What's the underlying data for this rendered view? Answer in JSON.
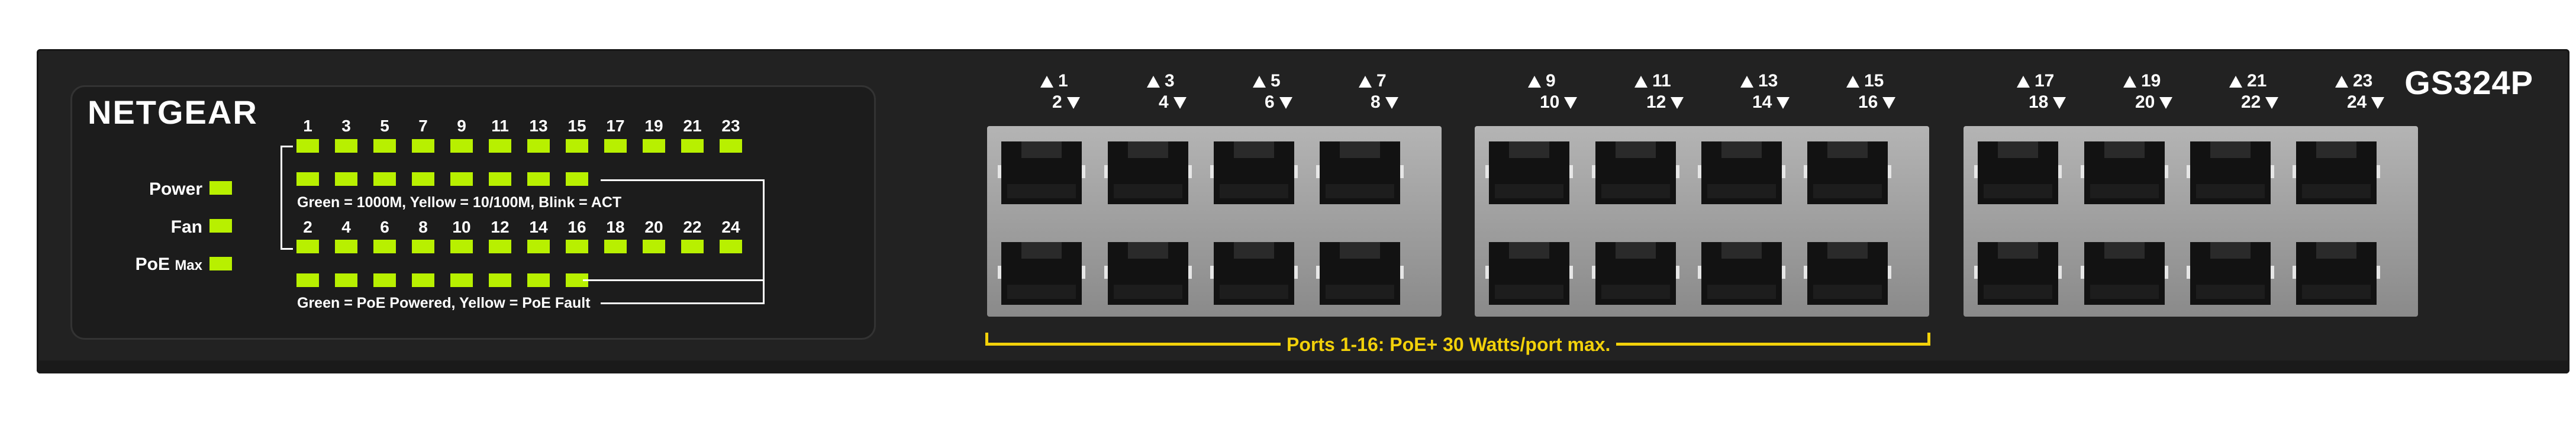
{
  "device": {
    "brand": "NETGEAR",
    "model": "GS324P",
    "status_labels": {
      "power": "Power",
      "fan": "Fan",
      "poe": "PoE",
      "poe_suffix": "Max"
    },
    "odd_port_numbers": [
      "1",
      "3",
      "5",
      "7",
      "9",
      "11",
      "13",
      "15",
      "17",
      "19",
      "21",
      "23"
    ],
    "even_port_numbers": [
      "2",
      "4",
      "6",
      "8",
      "10",
      "12",
      "14",
      "16",
      "18",
      "20",
      "22",
      "24"
    ],
    "legend_link": "Green = 1000M, Yellow = 10/100M, Blink = ACT",
    "legend_poe": "Green = PoE Powered, Yellow = PoE Fault",
    "poe_note": "Ports 1-16: PoE+ 30 Watts/port max.",
    "port_pair_labels": [
      {
        "top": "1",
        "bottom": "2"
      },
      {
        "top": "3",
        "bottom": "4"
      },
      {
        "top": "5",
        "bottom": "6"
      },
      {
        "top": "7",
        "bottom": "8"
      },
      {
        "top": "9",
        "bottom": "10"
      },
      {
        "top": "11",
        "bottom": "12"
      },
      {
        "top": "13",
        "bottom": "14"
      },
      {
        "top": "15",
        "bottom": "16"
      },
      {
        "top": "17",
        "bottom": "18"
      },
      {
        "top": "19",
        "bottom": "20"
      },
      {
        "top": "21",
        "bottom": "22"
      },
      {
        "top": "23",
        "bottom": "24"
      }
    ],
    "colors": {
      "chassis": "#222222",
      "led": "#b8f000",
      "poe_accent": "#f2d10a",
      "text": "#ffffff"
    }
  }
}
